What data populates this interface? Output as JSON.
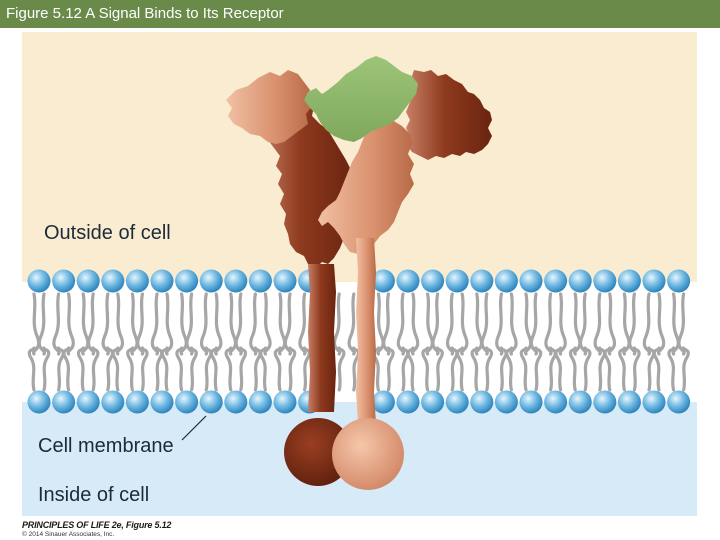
{
  "header": {
    "title": "Figure 5.12  A Signal Binds to Its Receptor"
  },
  "labels": {
    "outside": "Outside of cell",
    "membrane": "Cell membrane",
    "inside": "Inside of cell"
  },
  "credit": {
    "title": "PRINCIPLES OF LIFE 2e, Figure 5.12",
    "copyright": "© 2014 Sinauer Associates, Inc."
  },
  "colors": {
    "title_bar": "#6a8a4a",
    "extracellular": "#f9ecd0",
    "intracellular": "#d7eaf8",
    "phospholipid_head": "#57a9d9",
    "lipid_tail": "#a6a6a6",
    "receptor_dark": "#7a2a10",
    "receptor_light": "#dc9b7a",
    "signal_molecule": "#8db56b"
  }
}
